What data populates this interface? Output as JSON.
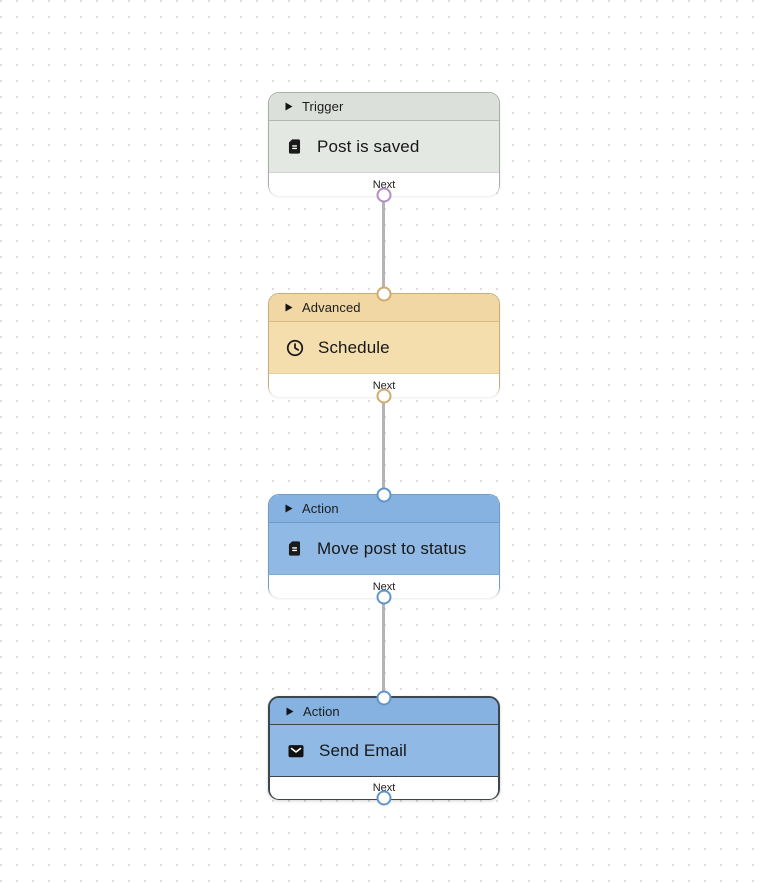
{
  "canvas": {
    "dot_color": "#d9d9d9",
    "connector_color": "#b4b4b4"
  },
  "nodes": [
    {
      "category": "Trigger",
      "title": "Post is saved",
      "icon": "document-icon",
      "footer_label": "Next",
      "has_input_port": false,
      "selected": false,
      "colors": {
        "header": "#dbe1da",
        "body": "#e3e8e2",
        "border": "#a9afa8",
        "port": "#b48cc6"
      }
    },
    {
      "category": "Advanced",
      "title": "Schedule",
      "icon": "clock-icon",
      "footer_label": "Next",
      "has_input_port": true,
      "selected": false,
      "colors": {
        "header": "#f0d7a3",
        "body": "#f4deae",
        "border": "#c9ae77",
        "port": "#d2aa6b"
      }
    },
    {
      "category": "Action",
      "title": "Move post to status",
      "icon": "document-icon",
      "footer_label": "Next",
      "has_input_port": true,
      "selected": false,
      "colors": {
        "header": "#85b2e0",
        "body": "#90bae5",
        "border": "#6f9cc8",
        "port": "#5e95cc"
      }
    },
    {
      "category": "Action",
      "title": "Send Email",
      "icon": "envelope-icon",
      "footer_label": "Next",
      "has_input_port": true,
      "selected": true,
      "colors": {
        "header": "#85b2e0",
        "body": "#90bae5",
        "border": "#3c464e",
        "port": "#5e95cc"
      }
    }
  ]
}
